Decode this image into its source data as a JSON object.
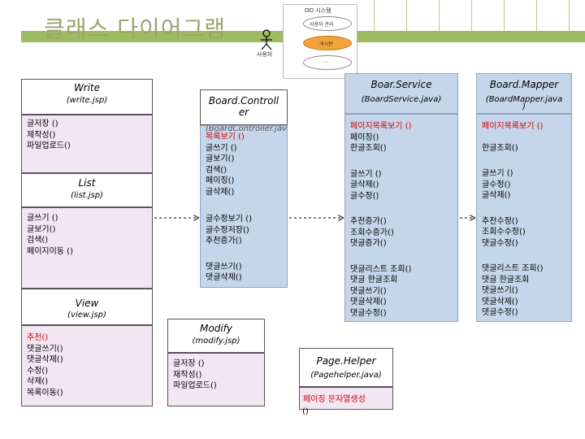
{
  "slide_title": "클래스 다이어그램",
  "inset": {
    "lines": [
      "OO 시스템",
      "사용자 관리",
      "게시판",
      "..."
    ],
    "actor_label": "사용자"
  },
  "write": {
    "title": "Write",
    "sub": "(write.jsp)",
    "methods": [
      "글저장 ()",
      "제작성()",
      "파일업로드()"
    ]
  },
  "list": {
    "title": "List",
    "sub": "(list.jsp)",
    "methods": [
      "글쓰기 ()",
      "글보기()",
      "검색()",
      "페이지이동 ()"
    ]
  },
  "view": {
    "title": "View",
    "sub": "(view.jsp)",
    "methods": [
      "추천()",
      "댓글쓰기()",
      "댓글삭제()",
      "수정()",
      "삭제()",
      "목록이동()"
    ]
  },
  "controller": {
    "title_1": "Board.Controll",
    "title_2": "er",
    "sub": "(BoardController.java)",
    "group1": [
      "목록보기 ()",
      "글쓰기 ()",
      "글보기()",
      "검색()",
      "페이징()",
      "글삭제()"
    ],
    "group2": [
      "글수정보기 ()",
      "글수정저장()",
      "추천증가()"
    ],
    "group3": [
      "댓글쓰기()",
      "댓글삭제()"
    ]
  },
  "service": {
    "title": "Boar.Service",
    "sub": "(BoardService.java)",
    "group1": [
      "페이지목록보기 ()",
      "페이징()",
      "한글조회()"
    ],
    "group2": [
      "글쓰기 ()",
      "글삭제()",
      "글수정()"
    ],
    "group3": [
      "추천증가()",
      "조회수증가()",
      "댓글증가()"
    ],
    "group4": [
      "댓글리스트 조회()",
      "댓글 한글조회",
      "댓글쓰기()",
      "댓글삭제()",
      "댓글수정()"
    ]
  },
  "mapper": {
    "title": "Board.Mapper",
    "sub_1": "(BoardMapper.java",
    "sub_2": ")",
    "group1": [
      "페이지목록보기 ()"
    ],
    "group1b": [
      "한글조회()"
    ],
    "group2": [
      "글쓰기 ()",
      "글수정()",
      "글삭제()"
    ],
    "group3": [
      "추천수정()",
      "조회수수정()",
      "댓글수정()"
    ],
    "group4": [
      "댓글리스트 조회()",
      "댓글 한글조회",
      "댓글쓰기()",
      "댓글삭제()",
      "댓글수정()"
    ]
  },
  "modify": {
    "title": "Modify",
    "sub": "(modify.jsp)",
    "methods": [
      "글저장 ()",
      "재작성()",
      "파일업로드()"
    ]
  },
  "pagehelper": {
    "title": "Page.Helper",
    "sub": "(Pagehelper.java)",
    "method_1": "페이징 문자열생성",
    "method_2": "()"
  }
}
